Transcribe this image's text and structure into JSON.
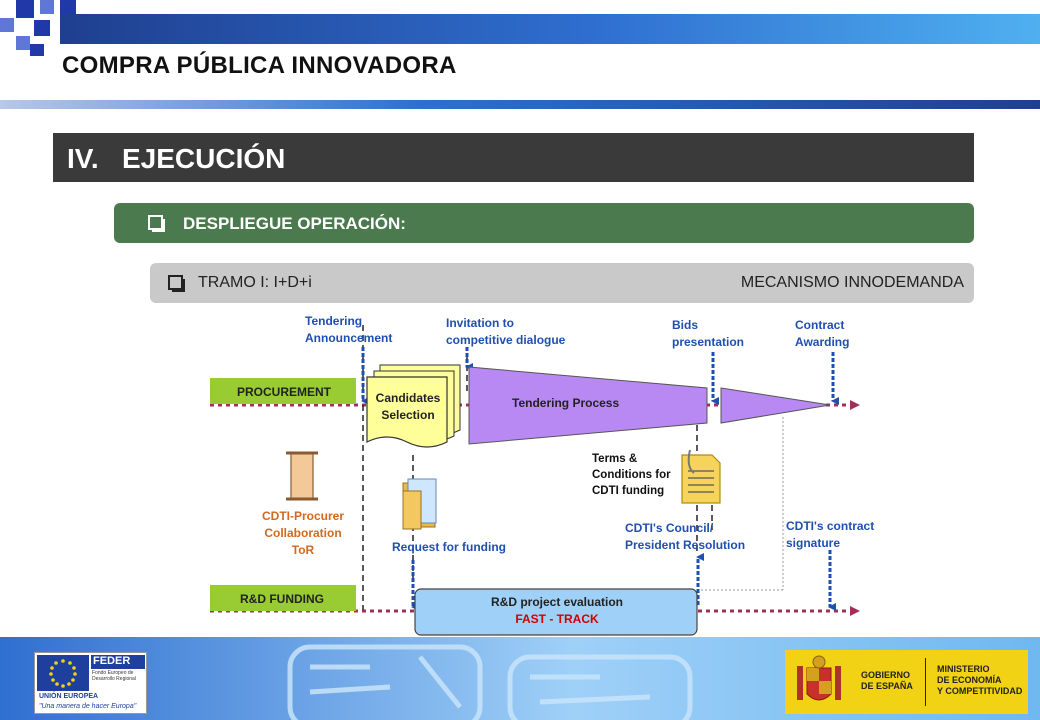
{
  "header": {
    "title": "COMPRA PÚBLICA INNOVADORA"
  },
  "section": {
    "title": "IV.   EJECUCIÓN"
  },
  "bullet1": {
    "label": "DESPLIEGUE OPERACIÓN:"
  },
  "bullet2": {
    "label": "TRAMO I: I+D+i",
    "right_label": "MECANISMO INNODEMANDA"
  },
  "diagram": {
    "lanes": {
      "procurement": "PROCUREMENT",
      "funding": "R&D FUNDING"
    },
    "milestones": {
      "tendering_announcement": [
        "Tendering",
        "Announcement"
      ],
      "invitation": [
        "Invitation to",
        "competitive dialogue"
      ],
      "bids": [
        "Bids",
        "presentation"
      ],
      "contract": [
        "Contract",
        "Awarding"
      ]
    },
    "candidates": [
      "Candidates",
      "Selection"
    ],
    "tendering_process": "Tendering Process",
    "terms": [
      "Terms &",
      "Conditions for",
      "CDTI funding"
    ],
    "collab": [
      "CDTI-Procurer",
      "Collaboration",
      "ToR"
    ],
    "request_funding": "Request for funding",
    "council": [
      "CDTI's Council/",
      "President  Resolution"
    ],
    "contract_signature": [
      "CDTI's contract",
      "signature"
    ],
    "evaluation": {
      "title": "R&D project evaluation",
      "subtitle": "FAST - TRACK"
    }
  },
  "footer": {
    "eu": {
      "feder": "FEDER",
      "fund": [
        "Fondo Europeo de",
        "Desarrollo Regional"
      ],
      "union": "UNIÓN EUROPEA",
      "motto": "\"Una manera de hacer Europa\""
    },
    "gov": {
      "left": [
        "GOBIERNO",
        "DE ESPAÑA"
      ],
      "right": [
        "MINISTERIO",
        "DE ECONOMÍA",
        "Y COMPETITIVIDAD"
      ]
    }
  },
  "colors": {
    "green_bar": "#4a7a4e",
    "lane_green": "#99cc33",
    "purple": "#b889f2",
    "yellow": "#ffff99",
    "eval_blue": "#9ed0f8",
    "arrow_blue": "#1f4fb0",
    "dot_red": "#a0305a"
  }
}
